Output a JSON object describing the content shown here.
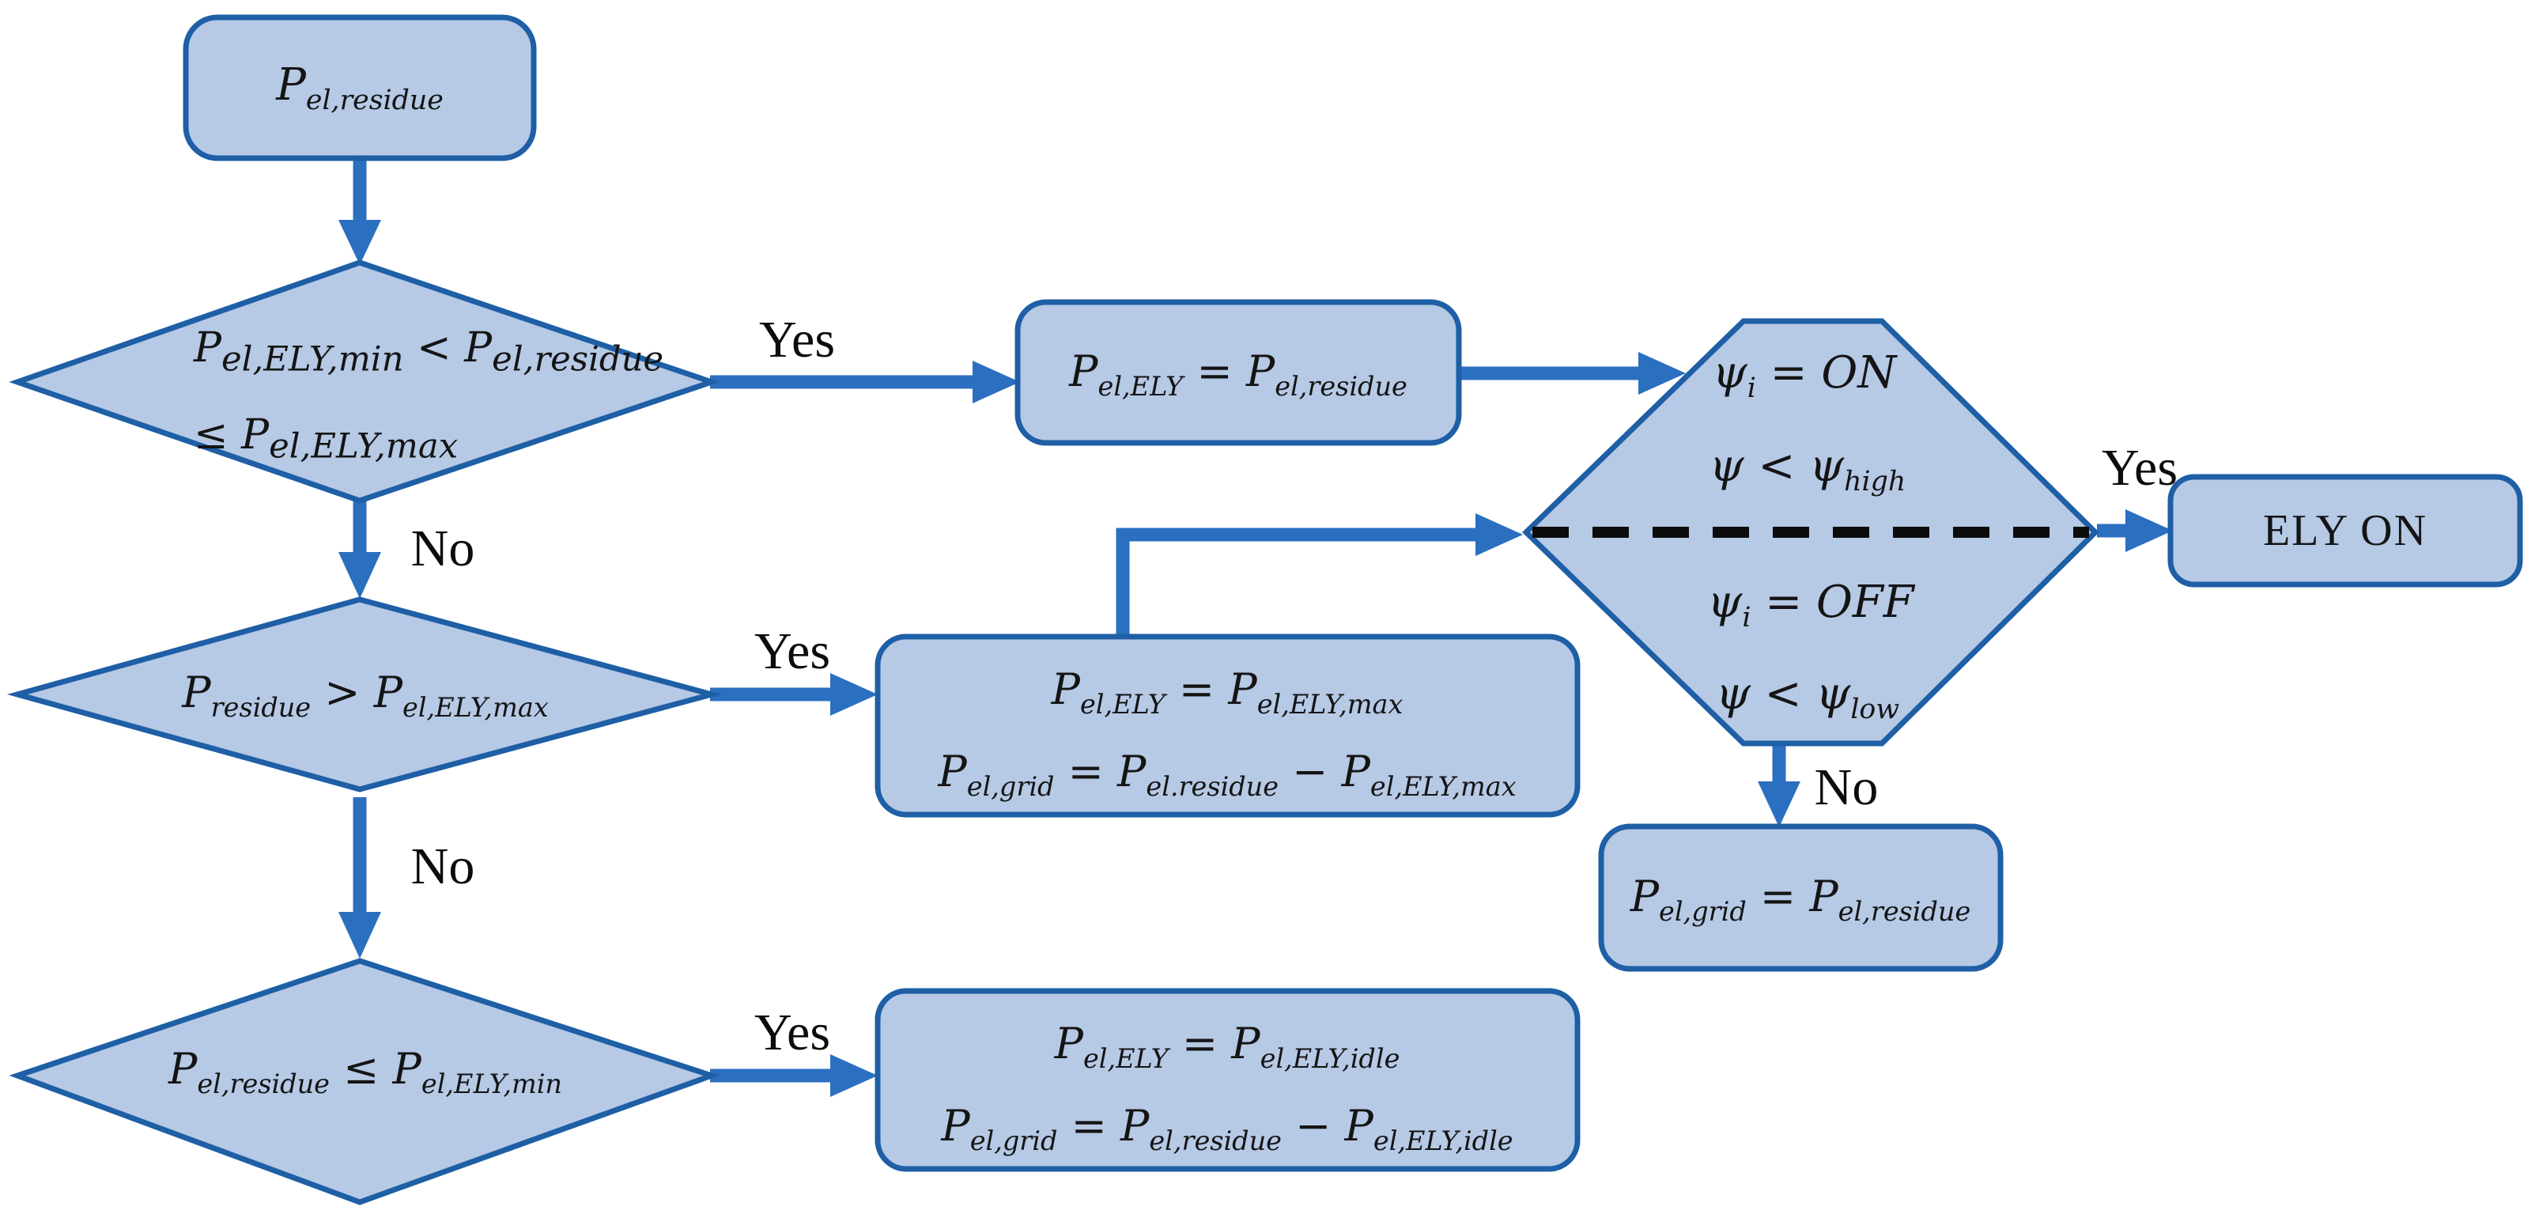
{
  "palette": {
    "shape_fill": "#b6c9e5",
    "shape_border": "#1e5fa6",
    "arrow": "#2b6fc0",
    "dashed_divider": "#0c0c0c",
    "text": "#141414",
    "background": "#ffffff"
  },
  "nodes": {
    "start": {
      "label": "P_{el,residue}"
    },
    "decision_range": {
      "line1": "P_{el,ELY,min} < P_{el,residue}",
      "line2": "≤ P_{el,ELY,max}"
    },
    "assign_residue": {
      "label": "P_{el,ELY} = P_{el,residue}"
    },
    "soc_decision": {
      "line1": "ψ_{i} = ON",
      "line2": "ψ < ψ_{high}",
      "line3": "ψ_{i} = OFF",
      "line4": "ψ < ψ_{low}"
    },
    "ely_on": {
      "label": "ELY ON"
    },
    "grid_residue": {
      "label": "P_{el,grid} = P_{el,residue}"
    },
    "decision_exceeds_max": {
      "label": "P_{residue} > P_{el,ELY,max}"
    },
    "assign_max": {
      "line1": "P_{el,ELY} = P_{el,ELY,max}",
      "line2": "P_{el,grid} = P_{el.residue} − P_{el,ELY,max}"
    },
    "decision_below_min": {
      "label": "P_{el,residue} ≤ P_{el,ELY,min}"
    },
    "assign_idle": {
      "line1": "P_{el,ELY} = P_{el,ELY,idle}",
      "line2": "P_{el,grid} = P_{el,residue} − P_{el,ELY,idle}"
    }
  },
  "edge_labels": {
    "decision_range_yes": "Yes",
    "decision_range_no": "No",
    "decision_exceeds_max_yes": "Yes",
    "decision_exceeds_max_no": "No",
    "decision_below_min_yes": "Yes",
    "soc_decision_yes": "Yes",
    "soc_decision_no": "No"
  }
}
